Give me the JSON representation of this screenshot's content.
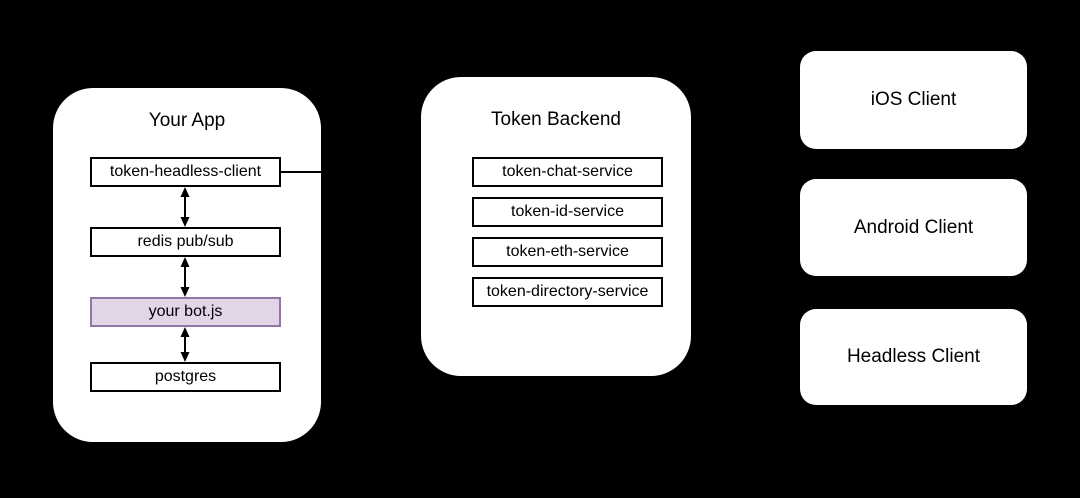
{
  "colors": {
    "background": "#000000",
    "container_fill": "#ffffff",
    "node_fill": "#ffffff",
    "node_border": "#000000",
    "highlight_fill": "#e1d5e7",
    "highlight_border": "#9673a6",
    "text": "#000000",
    "arrow": "#000000"
  },
  "your_app": {
    "title": "Your App",
    "nodes": [
      {
        "label": "token-headless-client",
        "highlight": false
      },
      {
        "label": "redis pub/sub",
        "highlight": false
      },
      {
        "label": "your bot.js",
        "highlight": true
      },
      {
        "label": "postgres",
        "highlight": false
      }
    ],
    "connections": [
      "token-headless-client <-> redis pub/sub",
      "redis pub/sub <-> your bot.js",
      "your bot.js <-> postgres",
      "token-headless-client -- container right edge"
    ]
  },
  "token_backend": {
    "title": "Token Backend",
    "nodes": [
      {
        "label": "token-chat-service"
      },
      {
        "label": "token-id-service"
      },
      {
        "label": "token-eth-service"
      },
      {
        "label": "token-directory-service"
      }
    ]
  },
  "clients": [
    {
      "label": "iOS Client"
    },
    {
      "label": "Android Client"
    },
    {
      "label": "Headless Client"
    }
  ]
}
